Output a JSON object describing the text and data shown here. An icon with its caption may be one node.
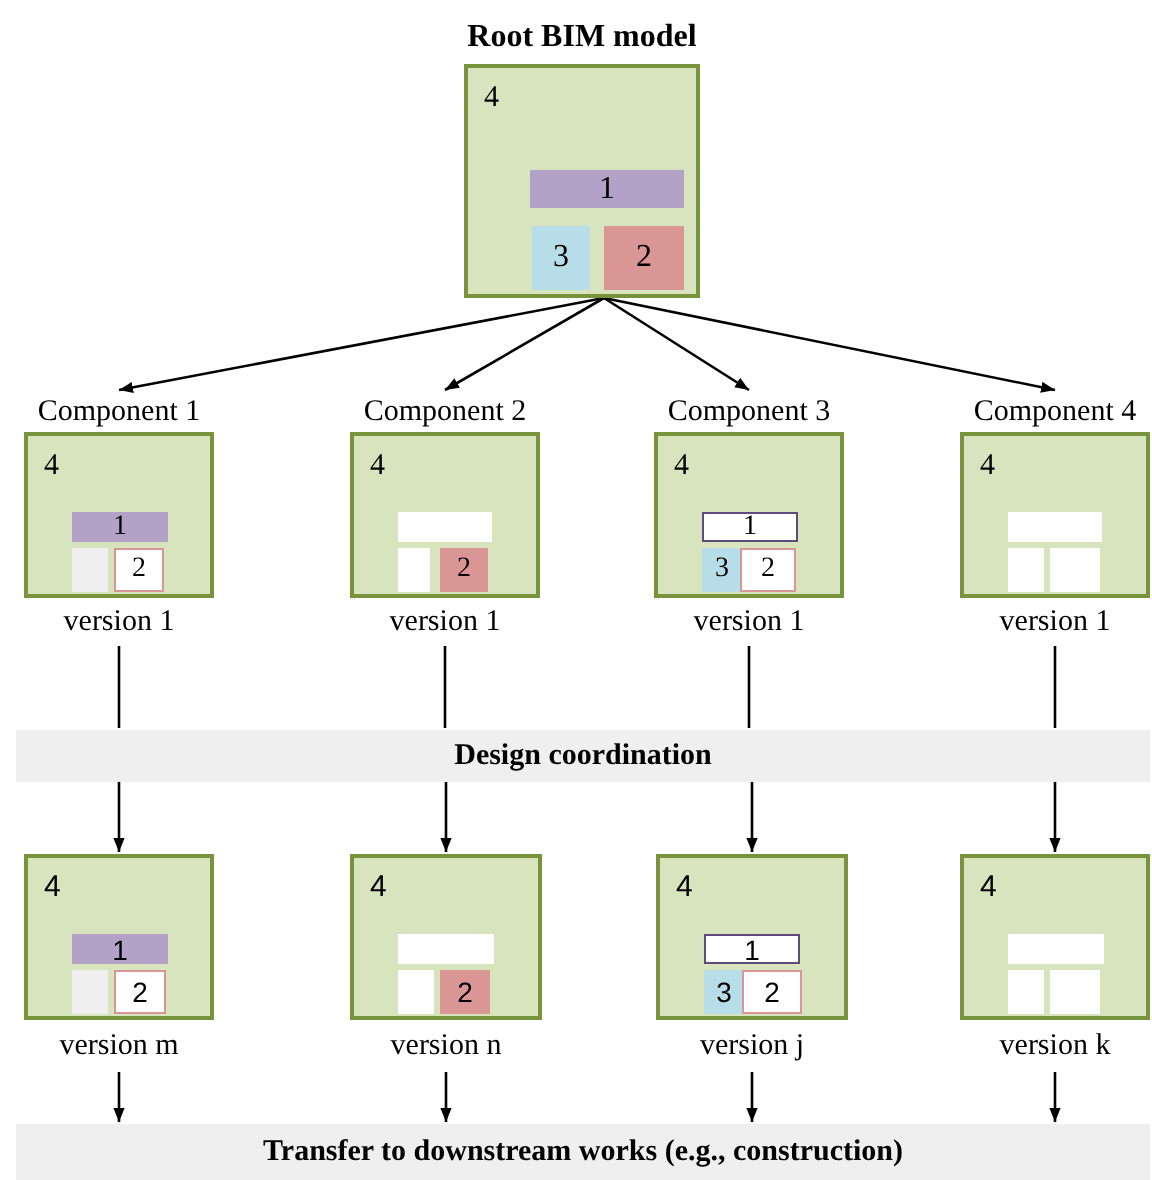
{
  "diagram": {
    "nodes": [
      {
        "text": [
          "Root BIM model",
          "4"
        ]
      },
      {
        "text": [
          "1"
        ],
        "in": 0
      },
      {
        "text": [
          "3"
        ],
        "in": 0
      },
      {
        "text": [
          "2"
        ],
        "in": 0
      },
      {
        "text": [
          "Component 1",
          "4"
        ],
        "beside": [
          "version 1"
        ]
      },
      {
        "text": [
          "1"
        ],
        "in": 4
      },
      {
        "text": [],
        "shape": "box",
        "in": 4
      },
      {
        "text": [
          "2"
        ],
        "in": 4
      },
      {
        "text": [
          "Component 2",
          "4"
        ],
        "beside": [
          "version 1"
        ]
      },
      {
        "text": [],
        "shape": "box",
        "in": 8
      },
      {
        "text": [],
        "shape": "box",
        "in": 8
      },
      {
        "text": [
          "2"
        ],
        "in": 8
      },
      {
        "text": [
          "Component 3",
          "4"
        ],
        "beside": [
          "version 1"
        ]
      },
      {
        "text": [
          "1"
        ],
        "in": 12
      },
      {
        "text": [
          "3"
        ],
        "in": 12
      },
      {
        "text": [
          "2"
        ],
        "in": 12
      },
      {
        "text": [
          "Component 4",
          "4"
        ],
        "beside": [
          "version 1"
        ]
      },
      {
        "text": [],
        "shape": "box",
        "in": 16
      },
      {
        "text": [],
        "shape": "box",
        "in": 16
      },
      {
        "text": [],
        "shape": "box",
        "in": 16
      },
      {
        "text": [
          "Design coordination"
        ]
      },
      {
        "text": [
          "4"
        ],
        "beside": [
          "version m"
        ]
      },
      {
        "text": [
          "1"
        ],
        "in": 21
      },
      {
        "text": [],
        "shape": "box",
        "in": 21
      },
      {
        "text": [
          "2"
        ],
        "in": 21
      },
      {
        "text": [
          "4"
        ],
        "beside": [
          "version n"
        ]
      },
      {
        "text": [],
        "shape": "box",
        "in": 25
      },
      {
        "text": [],
        "shape": "box",
        "in": 25
      },
      {
        "text": [
          "2"
        ],
        "in": 25
      },
      {
        "text": [
          "4"
        ],
        "beside": [
          "version j"
        ]
      },
      {
        "text": [
          "1"
        ],
        "in": 29
      },
      {
        "text": [
          "3"
        ],
        "in": 29
      },
      {
        "text": [
          "2"
        ],
        "in": 29
      },
      {
        "text": [
          "4"
        ],
        "beside": [
          "version k"
        ]
      },
      {
        "text": [],
        "shape": "box",
        "in": 33
      },
      {
        "text": [],
        "shape": "box",
        "in": 33
      },
      {
        "text": [],
        "shape": "box",
        "in": 33
      },
      {
        "text": [
          "Transfer to downstream works (e.g., construction)"
        ]
      }
    ],
    "edges": [
      {
        "from": 0,
        "to": 4,
        "arrow": "to"
      },
      {
        "from": 0,
        "to": 8,
        "arrow": "to"
      },
      {
        "from": 0,
        "to": 12,
        "arrow": "to"
      },
      {
        "from": 0,
        "to": 16,
        "arrow": "to"
      },
      {
        "from": 4,
        "to": 20,
        "arrow": "none"
      },
      {
        "from": 8,
        "to": 20,
        "arrow": "none"
      },
      {
        "from": 12,
        "to": 20,
        "arrow": "none"
      },
      {
        "from": 16,
        "to": 20,
        "arrow": "none"
      },
      {
        "from": 20,
        "to": 21,
        "arrow": "to"
      },
      {
        "from": 20,
        "to": 25,
        "arrow": "to"
      },
      {
        "from": 20,
        "to": 29,
        "arrow": "to"
      },
      {
        "from": 20,
        "to": 33,
        "arrow": "to"
      },
      {
        "from": 21,
        "to": 37,
        "arrow": "to"
      },
      {
        "from": 25,
        "to": 37,
        "arrow": "to"
      },
      {
        "from": 29,
        "to": 37,
        "arrow": "to"
      },
      {
        "from": 33,
        "to": 37,
        "arrow": "to"
      }
    ]
  }
}
